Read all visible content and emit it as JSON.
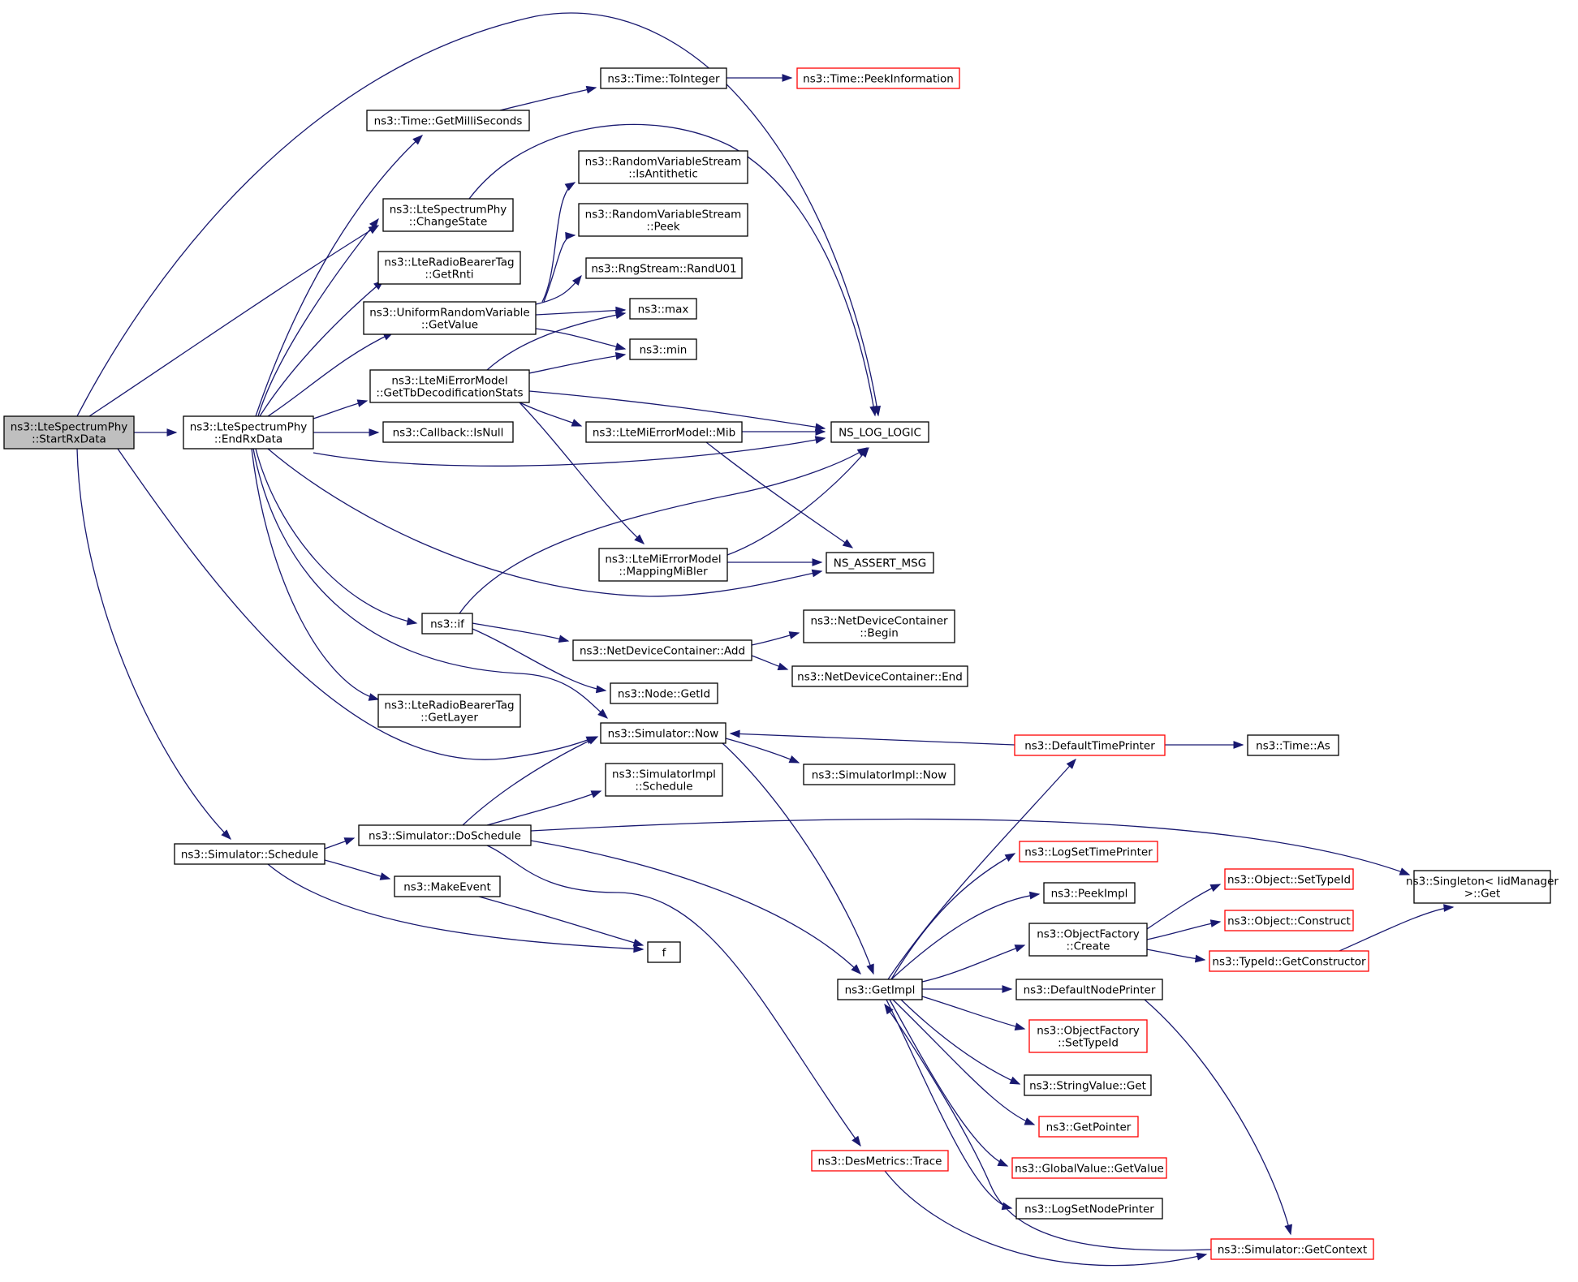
{
  "diagram": {
    "colors": {
      "edge": "#191970",
      "root_fill": "#bfbfbf",
      "red_border": "#ff0000",
      "black_border": "#000000"
    },
    "nodes": [
      {
        "id": "startrx",
        "lines": [
          "ns3::LteSpectrumPhy",
          "::StartRxData"
        ],
        "style": "root"
      },
      {
        "id": "endrx",
        "lines": [
          "ns3::LteSpectrumPhy",
          "::EndRxData"
        ],
        "style": "black"
      },
      {
        "id": "getms",
        "lines": [
          "ns3::Time::GetMilliSeconds"
        ],
        "style": "black"
      },
      {
        "id": "toint",
        "lines": [
          "ns3::Time::ToInteger"
        ],
        "style": "black"
      },
      {
        "id": "peekinfo",
        "lines": [
          "ns3::Time::PeekInformation"
        ],
        "style": "red"
      },
      {
        "id": "changestate",
        "lines": [
          "ns3::LteSpectrumPhy",
          "::ChangeState"
        ],
        "style": "black"
      },
      {
        "id": "getrnti",
        "lines": [
          "ns3::LteRadioBearerTag",
          "::GetRnti"
        ],
        "style": "black"
      },
      {
        "id": "urvget",
        "lines": [
          "ns3::UniformRandomVariable",
          "::GetValue"
        ],
        "style": "black"
      },
      {
        "id": "isanti",
        "lines": [
          "ns3::RandomVariableStream",
          "::IsAntithetic"
        ],
        "style": "black"
      },
      {
        "id": "rvspeek",
        "lines": [
          "ns3::RandomVariableStream",
          "::Peek"
        ],
        "style": "black"
      },
      {
        "id": "randu01",
        "lines": [
          "ns3::RngStream::RandU01"
        ],
        "style": "black"
      },
      {
        "id": "max",
        "lines": [
          "ns3::max"
        ],
        "style": "black"
      },
      {
        "id": "min",
        "lines": [
          "ns3::min"
        ],
        "style": "black"
      },
      {
        "id": "tbdec",
        "lines": [
          "ns3::LteMiErrorModel",
          "::GetTbDecodificationStats"
        ],
        "style": "black"
      },
      {
        "id": "isnull",
        "lines": [
          "ns3::Callback::IsNull"
        ],
        "style": "black"
      },
      {
        "id": "mib",
        "lines": [
          "ns3::LteMiErrorModel::Mib"
        ],
        "style": "black"
      },
      {
        "id": "nslog",
        "lines": [
          "NS_LOG_LOGIC"
        ],
        "style": "black"
      },
      {
        "id": "mapping",
        "lines": [
          "ns3::LteMiErrorModel",
          "::MappingMiBler"
        ],
        "style": "black"
      },
      {
        "id": "nsassert",
        "lines": [
          "NS_ASSERT_MSG"
        ],
        "style": "black"
      },
      {
        "id": "if",
        "lines": [
          "ns3::if"
        ],
        "style": "black"
      },
      {
        "id": "ndcadd",
        "lines": [
          "ns3::NetDeviceContainer::Add"
        ],
        "style": "black"
      },
      {
        "id": "ndcbegin",
        "lines": [
          "ns3::NetDeviceContainer",
          "::Begin"
        ],
        "style": "black"
      },
      {
        "id": "ndcend",
        "lines": [
          "ns3::NetDeviceContainer::End"
        ],
        "style": "black"
      },
      {
        "id": "nodegetid",
        "lines": [
          "ns3::Node::GetId"
        ],
        "style": "black"
      },
      {
        "id": "getlayer",
        "lines": [
          "ns3::LteRadioBearerTag",
          "::GetLayer"
        ],
        "style": "black"
      },
      {
        "id": "simnow",
        "lines": [
          "ns3::Simulator::Now"
        ],
        "style": "black"
      },
      {
        "id": "deftp",
        "lines": [
          "ns3::DefaultTimePrinter"
        ],
        "style": "red"
      },
      {
        "id": "timeas",
        "lines": [
          "ns3::Time::As"
        ],
        "style": "black"
      },
      {
        "id": "simimplnow",
        "lines": [
          "ns3::SimulatorImpl::Now"
        ],
        "style": "black"
      },
      {
        "id": "simimplsched",
        "lines": [
          "ns3::SimulatorImpl",
          "::Schedule"
        ],
        "style": "black"
      },
      {
        "id": "simsched",
        "lines": [
          "ns3::Simulator::Schedule"
        ],
        "style": "black"
      },
      {
        "id": "dosched",
        "lines": [
          "ns3::Simulator::DoSchedule"
        ],
        "style": "black"
      },
      {
        "id": "makeevent",
        "lines": [
          "ns3::MakeEvent"
        ],
        "style": "black"
      },
      {
        "id": "f",
        "lines": [
          "f"
        ],
        "style": "black"
      },
      {
        "id": "singleton",
        "lines": [
          "ns3::Singleton< IidManager",
          " >::Get"
        ],
        "style": "black"
      },
      {
        "id": "logsettp",
        "lines": [
          "ns3::LogSetTimePrinter"
        ],
        "style": "red"
      },
      {
        "id": "peekimpl",
        "lines": [
          "ns3::PeekImpl"
        ],
        "style": "black"
      },
      {
        "id": "objsettid",
        "lines": [
          "ns3::Object::SetTypeId"
        ],
        "style": "red"
      },
      {
        "id": "objfcreate",
        "lines": [
          "ns3::ObjectFactory",
          "::Create"
        ],
        "style": "black"
      },
      {
        "id": "objconstruct",
        "lines": [
          "ns3::Object::Construct"
        ],
        "style": "red"
      },
      {
        "id": "getconstructor",
        "lines": [
          "ns3::TypeId::GetConstructor"
        ],
        "style": "red"
      },
      {
        "id": "getimpl",
        "lines": [
          "ns3::GetImpl"
        ],
        "style": "black"
      },
      {
        "id": "defnp",
        "lines": [
          "ns3::DefaultNodePrinter"
        ],
        "style": "black"
      },
      {
        "id": "objfsettid",
        "lines": [
          "ns3::ObjectFactory",
          "::SetTypeId"
        ],
        "style": "red"
      },
      {
        "id": "strvalget",
        "lines": [
          "ns3::StringValue::Get"
        ],
        "style": "black"
      },
      {
        "id": "getpointer",
        "lines": [
          "ns3::GetPointer"
        ],
        "style": "red"
      },
      {
        "id": "gvgetvalue",
        "lines": [
          "ns3::GlobalValue::GetValue"
        ],
        "style": "red"
      },
      {
        "id": "logsetnp",
        "lines": [
          "ns3::LogSetNodePrinter"
        ],
        "style": "black"
      },
      {
        "id": "destrace",
        "lines": [
          "ns3::DesMetrics::Trace"
        ],
        "style": "red"
      },
      {
        "id": "getcontext",
        "lines": [
          "ns3::Simulator::GetContext"
        ],
        "style": "red"
      }
    ],
    "edges": [
      [
        "startrx",
        "endrx"
      ],
      [
        "startrx",
        "changestate"
      ],
      [
        "startrx",
        "nslog"
      ],
      [
        "startrx",
        "simnow"
      ],
      [
        "startrx",
        "simsched"
      ],
      [
        "endrx",
        "getms"
      ],
      [
        "endrx",
        "changestate"
      ],
      [
        "endrx",
        "getrnti"
      ],
      [
        "endrx",
        "urvget"
      ],
      [
        "endrx",
        "tbdec"
      ],
      [
        "endrx",
        "isnull"
      ],
      [
        "endrx",
        "nslog"
      ],
      [
        "endrx",
        "nsassert"
      ],
      [
        "endrx",
        "if"
      ],
      [
        "endrx",
        "getlayer"
      ],
      [
        "endrx",
        "simnow"
      ],
      [
        "getms",
        "toint"
      ],
      [
        "toint",
        "peekinfo"
      ],
      [
        "changestate",
        "nslog"
      ],
      [
        "urvget",
        "isanti"
      ],
      [
        "urvget",
        "rvspeek"
      ],
      [
        "urvget",
        "randu01"
      ],
      [
        "urvget",
        "max"
      ],
      [
        "urvget",
        "min"
      ],
      [
        "tbdec",
        "max"
      ],
      [
        "tbdec",
        "min"
      ],
      [
        "tbdec",
        "nslog"
      ],
      [
        "tbdec",
        "mib"
      ],
      [
        "tbdec",
        "mapping"
      ],
      [
        "mib",
        "nslog"
      ],
      [
        "mib",
        "nsassert"
      ],
      [
        "mapping",
        "nslog"
      ],
      [
        "mapping",
        "nsassert"
      ],
      [
        "if",
        "nslog"
      ],
      [
        "if",
        "ndcadd"
      ],
      [
        "if",
        "nodegetid"
      ],
      [
        "ndcadd",
        "ndcbegin"
      ],
      [
        "ndcadd",
        "ndcend"
      ],
      [
        "simnow",
        "simimplnow"
      ],
      [
        "simnow",
        "getimpl"
      ],
      [
        "deftp",
        "simnow"
      ],
      [
        "deftp",
        "timeas"
      ],
      [
        "simsched",
        "dosched"
      ],
      [
        "simsched",
        "makeevent"
      ],
      [
        "simsched",
        "f"
      ],
      [
        "makeevent",
        "f"
      ],
      [
        "dosched",
        "simnow"
      ],
      [
        "dosched",
        "simimplsched"
      ],
      [
        "dosched",
        "singleton"
      ],
      [
        "dosched",
        "getimpl"
      ],
      [
        "dosched",
        "destrace"
      ],
      [
        "getimpl",
        "deftp"
      ],
      [
        "getimpl",
        "logsettp"
      ],
      [
        "getimpl",
        "peekimpl"
      ],
      [
        "getimpl",
        "objfcreate"
      ],
      [
        "getimpl",
        "defnp"
      ],
      [
        "getimpl",
        "objfsettid"
      ],
      [
        "getimpl",
        "strvalget"
      ],
      [
        "getimpl",
        "getpointer"
      ],
      [
        "getimpl",
        "gvgetvalue"
      ],
      [
        "getimpl",
        "logsetnp"
      ],
      [
        "objfcreate",
        "objsettid"
      ],
      [
        "objfcreate",
        "objconstruct"
      ],
      [
        "objfcreate",
        "getconstructor"
      ],
      [
        "getconstructor",
        "singleton"
      ],
      [
        "defnp",
        "getcontext"
      ],
      [
        "getcontext",
        "getimpl"
      ],
      [
        "destrace",
        "getcontext"
      ]
    ]
  }
}
